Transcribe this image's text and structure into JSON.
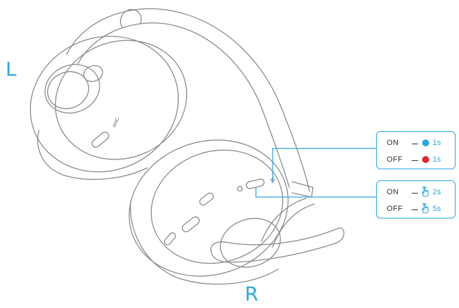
{
  "side_labels": {
    "left": "L",
    "right": "R"
  },
  "anc_label": "ANC",
  "led_callout": {
    "rows": [
      {
        "state": "ON",
        "dot_color": "#29a8e0",
        "duration": "1s"
      },
      {
        "state": "OFF",
        "dot_color": "#e5232b",
        "duration": "1s"
      }
    ]
  },
  "press_callout": {
    "rows": [
      {
        "state": "ON",
        "icon": "press-hand-icon",
        "duration": "2s"
      },
      {
        "state": "OFF",
        "icon": "press-hand-icon",
        "duration": "5s"
      }
    ]
  },
  "colors": {
    "accent": "#29a8e0",
    "red_led": "#e5232b",
    "line_art": "#8a8a8a"
  }
}
